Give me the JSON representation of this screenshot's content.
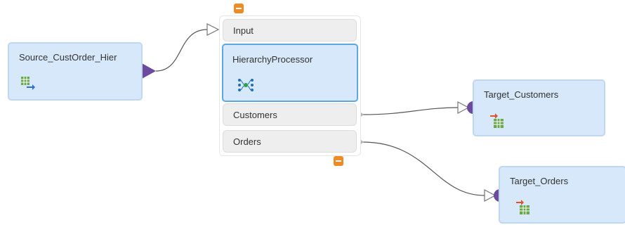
{
  "canvas": {
    "nodes": {
      "source": {
        "label": "Source_CustOrder_Hier",
        "icon": "source-table-icon"
      },
      "processor": {
        "label": "HierarchyProcessor",
        "icon": "hierarchy-processor-icon",
        "ports": {
          "input": "Input",
          "outputs": [
            "Customers",
            "Orders"
          ]
        }
      },
      "target_customers": {
        "label": "Target_Customers",
        "icon": "target-table-icon"
      },
      "target_orders": {
        "label": "Target_Orders",
        "icon": "target-table-icon"
      }
    },
    "colors": {
      "node_fill": "#d6e8f9",
      "node_border": "#bfd8f0",
      "selected_border": "#5aa9e0",
      "port_fill": "#eeeeee",
      "accent_orange": "#f08a24",
      "connector_purple": "#6c4a9e",
      "link_line": "#555555"
    }
  }
}
